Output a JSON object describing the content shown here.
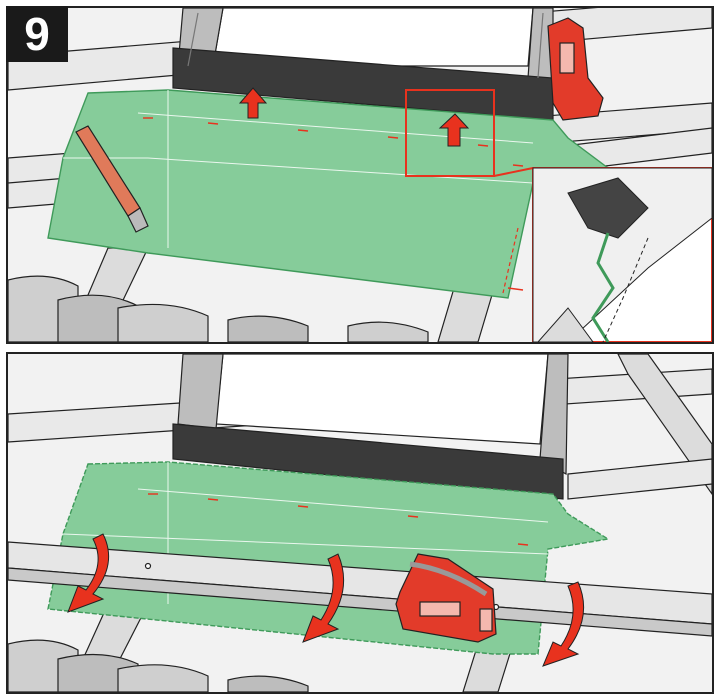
{
  "step": {
    "number": "9"
  },
  "colors": {
    "membrane": "#86cc9a",
    "membrane_edge": "#3f9a5a",
    "frame": "#333333",
    "arrow": "#e8321e",
    "tool": "#e23b2a",
    "batten": "#e6e6e6",
    "outline": "#222222"
  },
  "panels": [
    {
      "id": "top",
      "shows": [
        "window-frame",
        "flashing-membrane",
        "utility-knife",
        "staple-gun",
        "up-arrows",
        "detail-inset",
        "roof-tiles"
      ]
    },
    {
      "id": "bottom",
      "shows": [
        "window-frame",
        "flashing-membrane",
        "batten",
        "staple-gun",
        "fold-down-arrows",
        "roof-tiles"
      ]
    }
  ]
}
